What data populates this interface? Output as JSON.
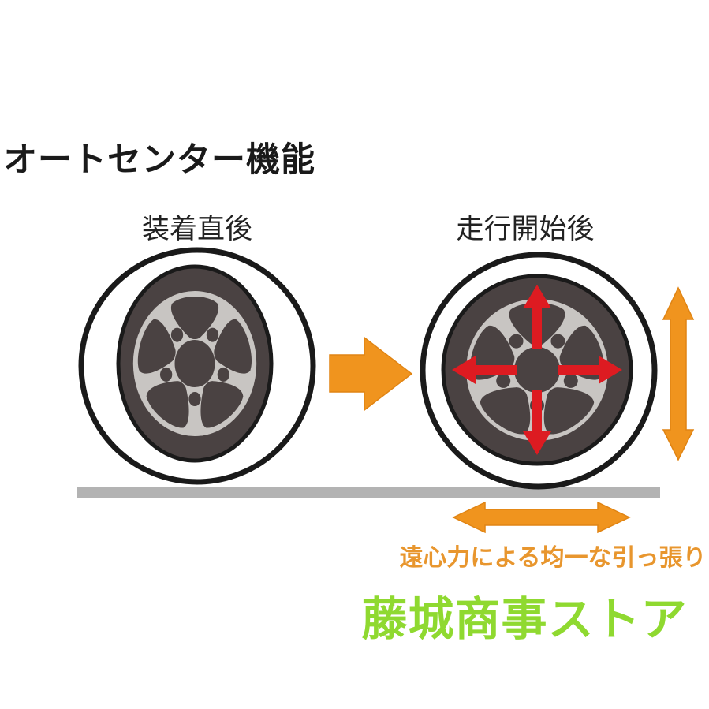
{
  "diagram": {
    "title": "オートセンター機能",
    "left_wheel_label": "装着直後",
    "right_wheel_label": "走行開始後",
    "caption": "遠心力による均一な引っ張り",
    "store_name": "藤城商事ストア"
  },
  "icons": {
    "transition_arrow": "right-block-arrow",
    "centrifugal_arrows": "four-directional-red-arrows",
    "vertical_expansion_arrow": "vertical-double-arrow",
    "horizontal_expansion_arrow": "horizontal-double-arrow"
  },
  "colors": {
    "orange": "#F0941E",
    "orange-edge": "#E08413",
    "orange-text": "#E8962E",
    "red": "#DD1B21",
    "green": "#8FD930",
    "ground-gray": "#B3B3B3",
    "tire-dark": "#4A4242",
    "rim-light": "#C8C5C2",
    "outline-black": "#1A1A1A"
  }
}
